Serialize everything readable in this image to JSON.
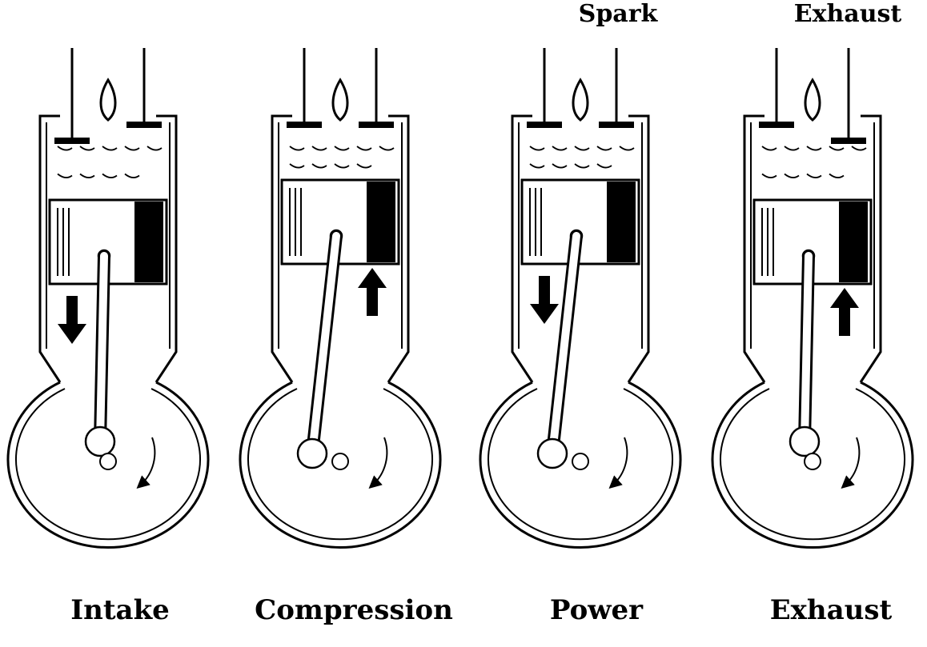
{
  "diagram": {
    "strokes": [
      {
        "name": "Intake",
        "valves": [
          "open",
          "closed"
        ],
        "piston_position": "bottom",
        "piston_motion": "down",
        "top_label": ""
      },
      {
        "name": "Compression",
        "valves": [
          "closed",
          "closed"
        ],
        "piston_position": "top",
        "piston_motion": "up",
        "top_label": ""
      },
      {
        "name": "Power",
        "valves": [
          "closed",
          "closed"
        ],
        "piston_position": "top",
        "piston_motion": "down",
        "top_label": "Spark"
      },
      {
        "name": "Exhaust",
        "valves": [
          "closed",
          "open"
        ],
        "piston_position": "bottom",
        "piston_motion": "up",
        "top_label": "Exhaust"
      }
    ],
    "colors": {
      "ink": "#000000",
      "paper": "#ffffff"
    }
  }
}
